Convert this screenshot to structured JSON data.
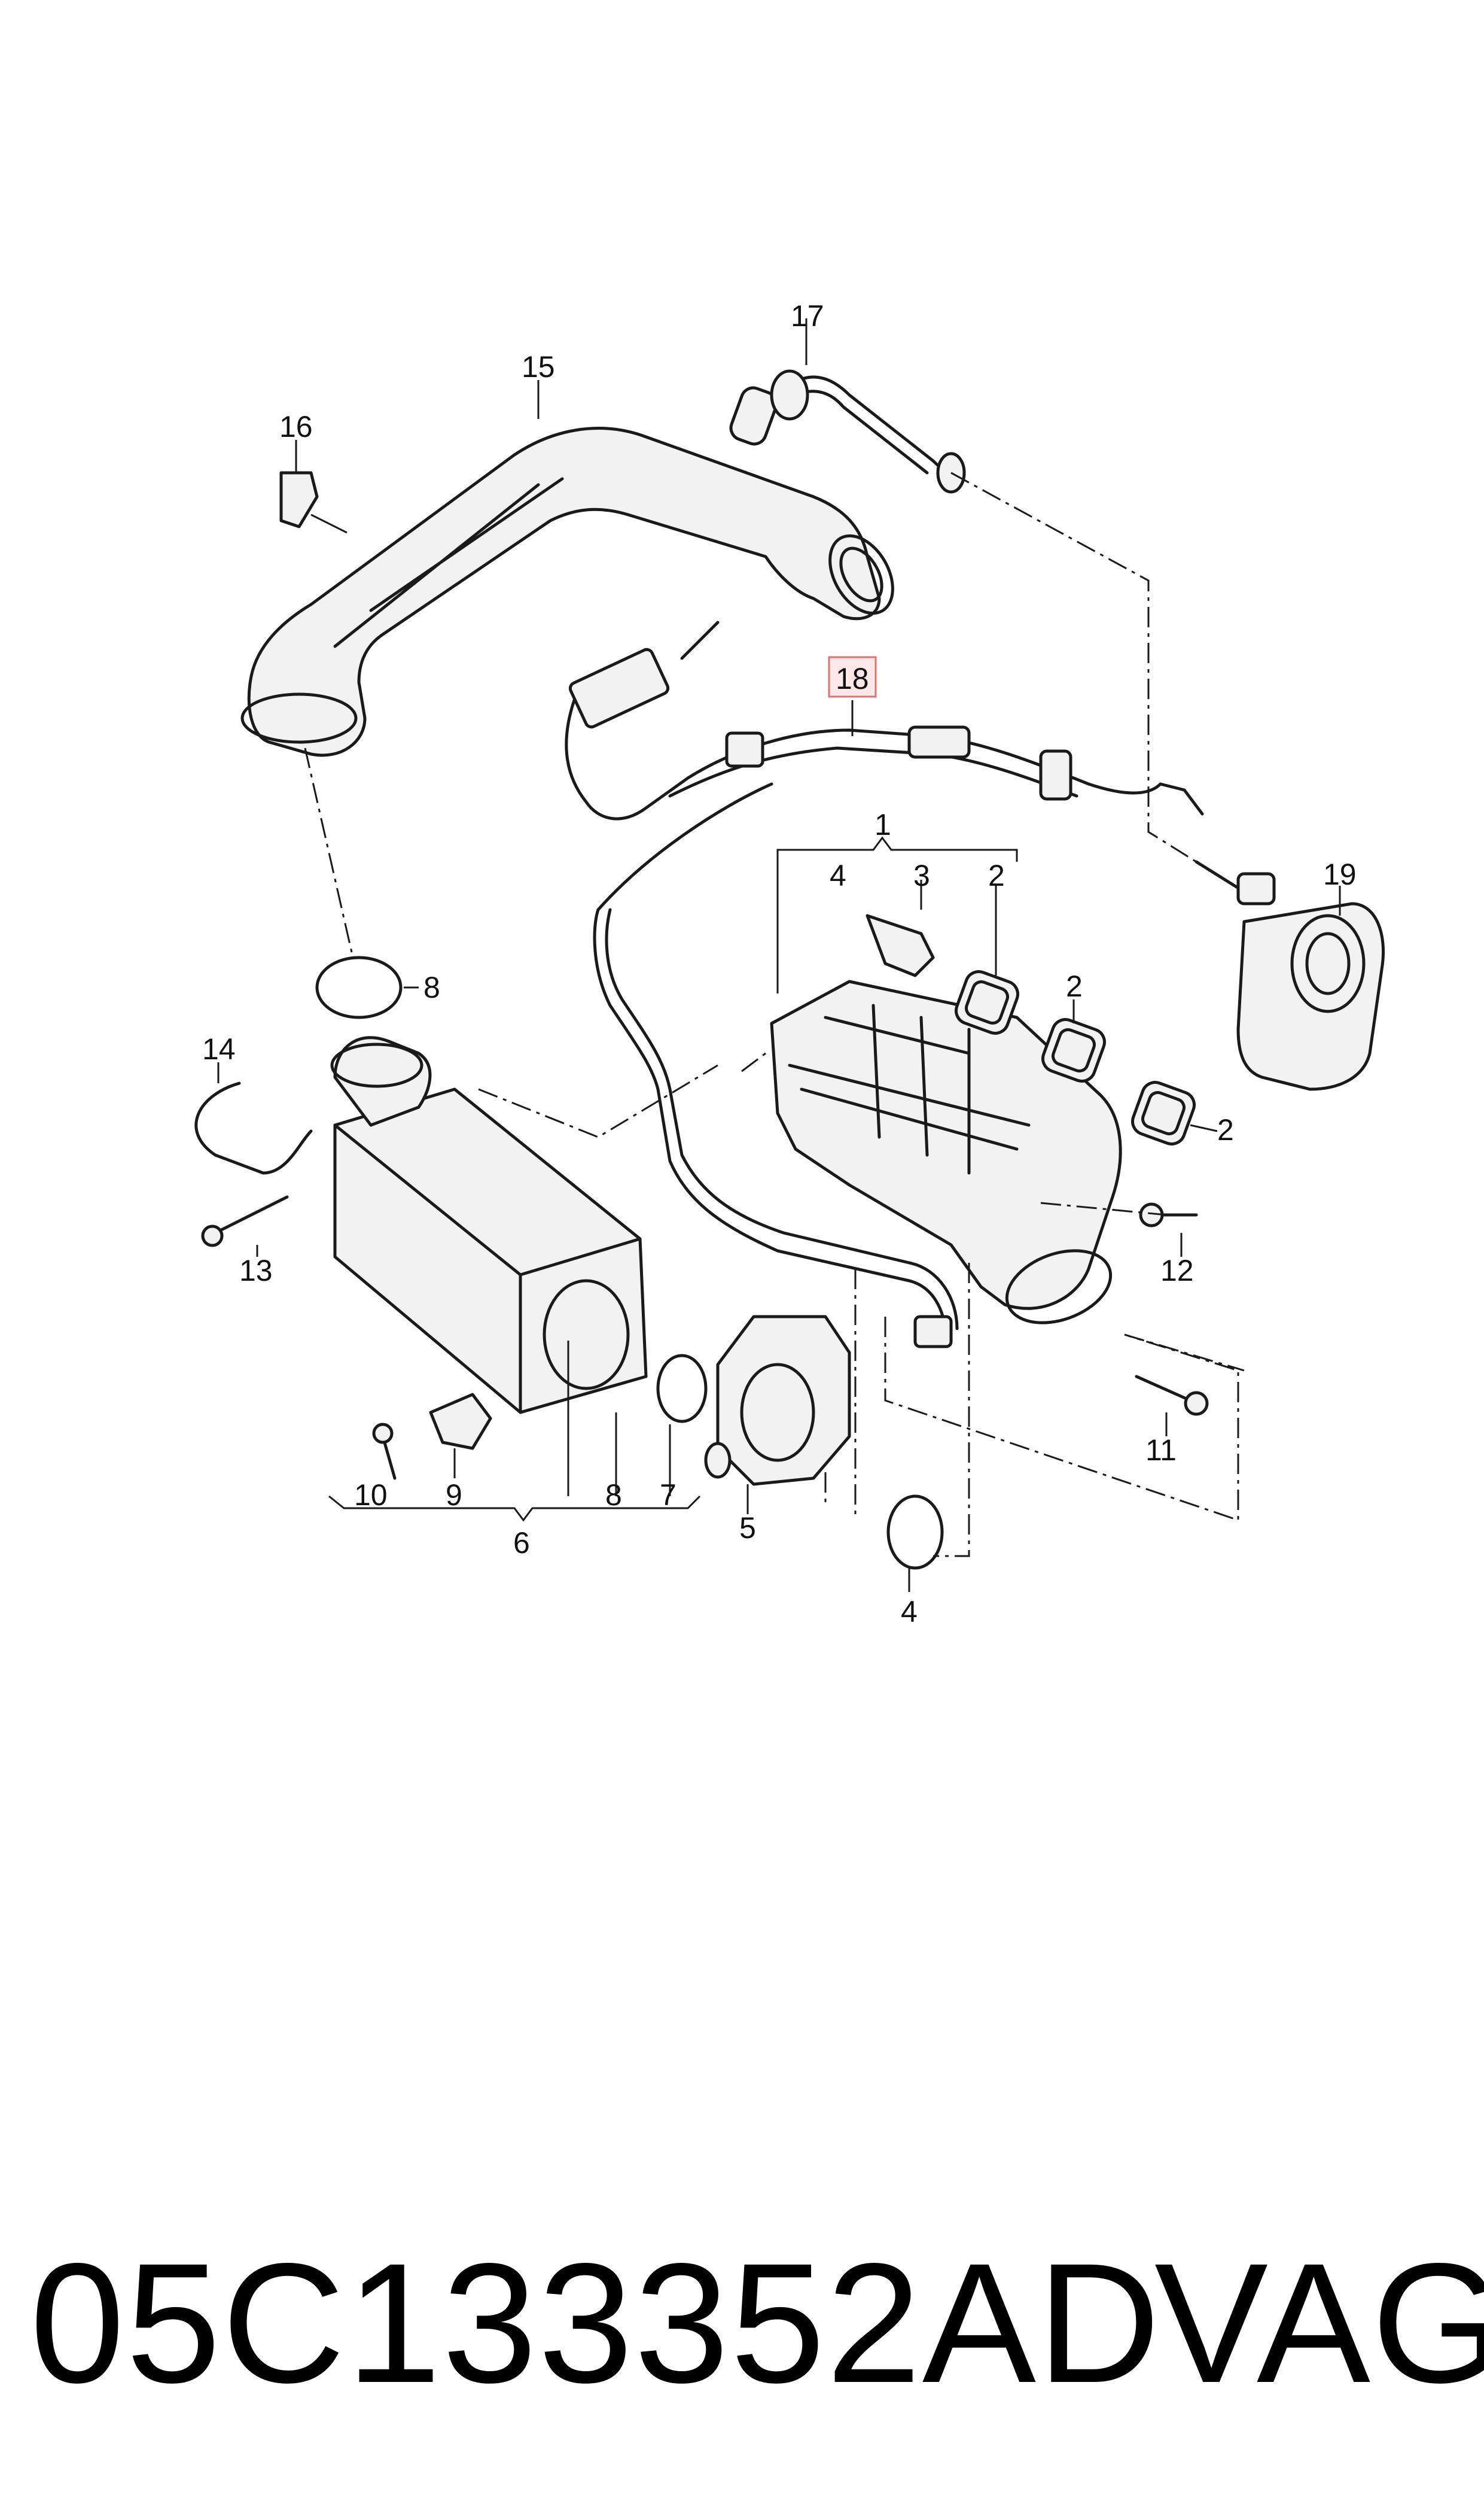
{
  "diagram": {
    "callouts": {
      "c1": "1",
      "c2a": "2",
      "c2b": "2",
      "c2c": "2",
      "c3": "3",
      "c4a": "4",
      "c4b": "4",
      "c5": "5",
      "c6": "6",
      "c7": "7",
      "c8a": "8",
      "c8b": "8",
      "c9": "9",
      "c10": "10",
      "c11": "11",
      "c12": "12",
      "c13": "13",
      "c14": "14",
      "c15": "15",
      "c16": "16",
      "c17": "17",
      "c18": "18",
      "c19": "19"
    },
    "highlighted_callout": "18",
    "highlight_color": "#e07070"
  },
  "footer": {
    "part_number": "05C133352AD",
    "brand": "VAG"
  }
}
